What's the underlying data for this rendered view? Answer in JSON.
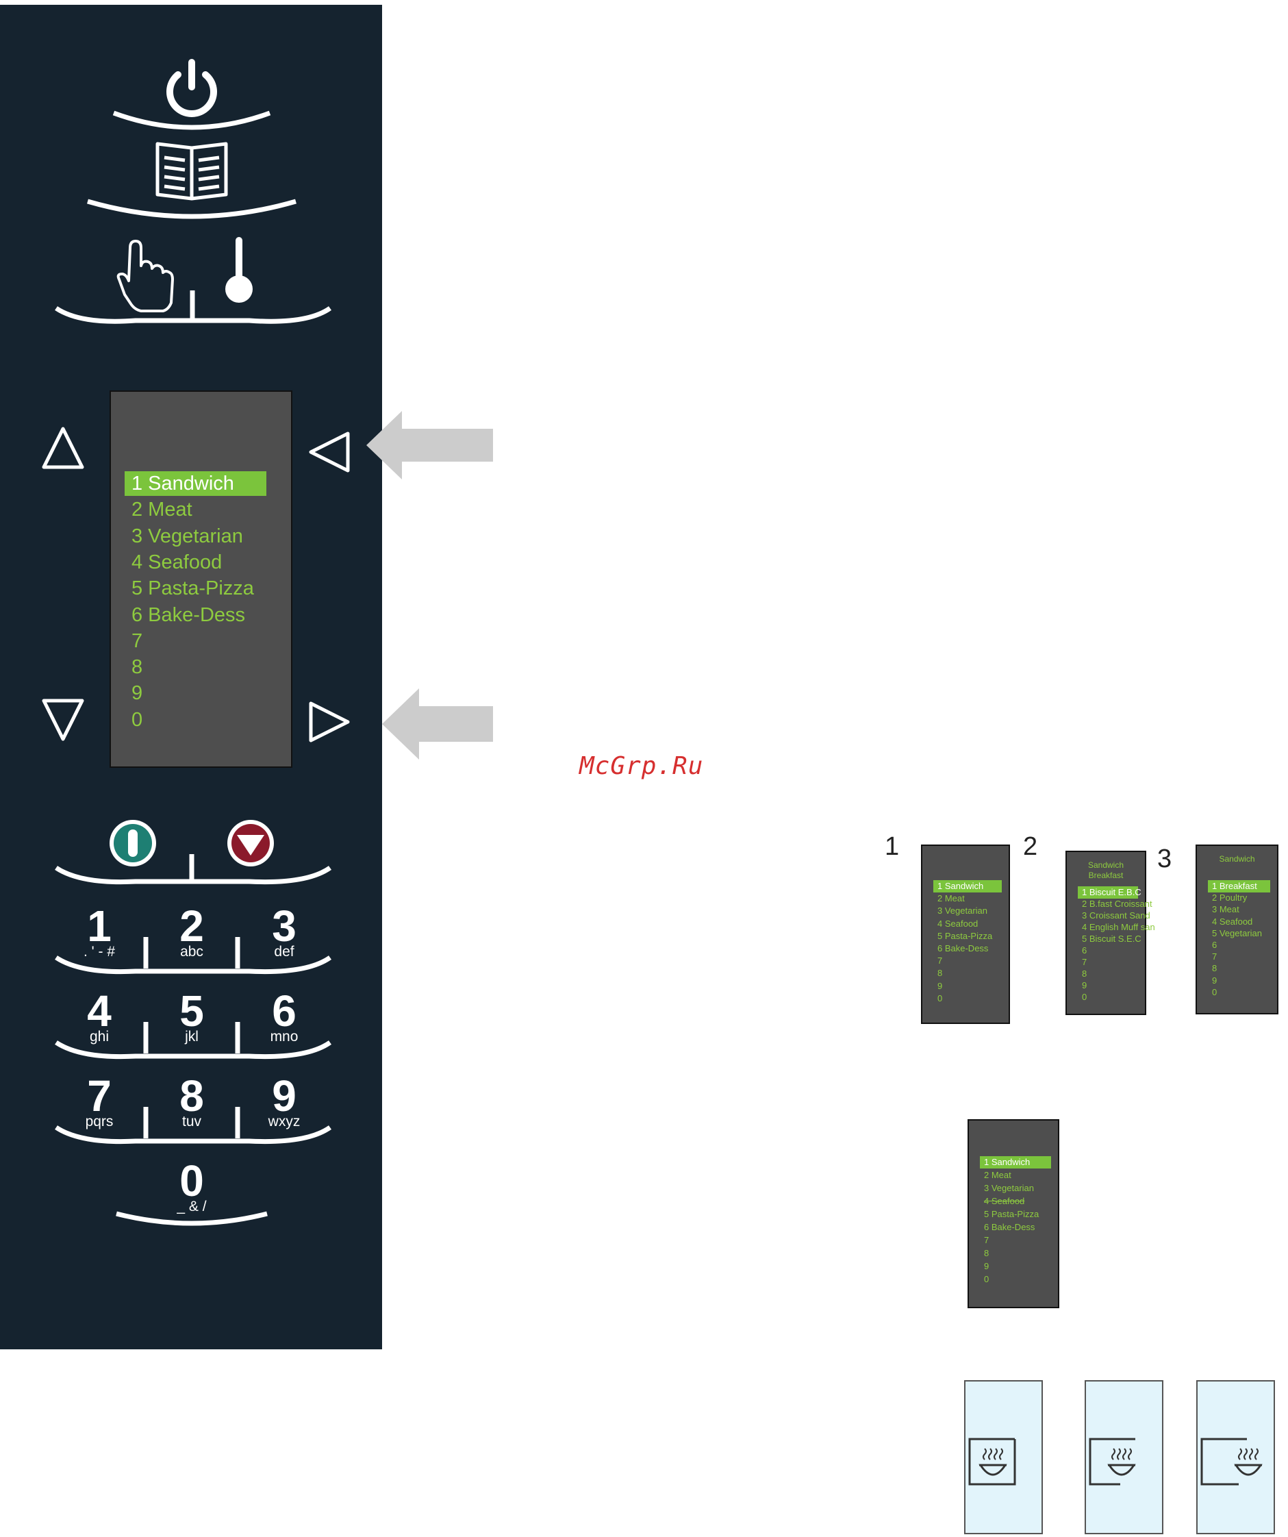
{
  "panel": {
    "icons": [
      "power-icon",
      "book-icon",
      "hand-icon",
      "thermometer-icon",
      "up-arrow-icon",
      "left-arrow-icon",
      "down-arrow-icon",
      "right-arrow-icon",
      "start-icon",
      "stop-icon"
    ],
    "colors": {
      "panel": "#15232f",
      "display": "#4e4e4e",
      "text_green": "#8ecb3f",
      "highlight": "#7bc43c",
      "start": "#1e7f73",
      "stop": "#8b1a2b"
    },
    "menu": [
      {
        "label": "1 Sandwich",
        "selected": true
      },
      {
        "label": "2 Meat"
      },
      {
        "label": "3 Vegetarian"
      },
      {
        "label": "4 Seafood"
      },
      {
        "label": "5 Pasta-Pizza"
      },
      {
        "label": "6 Bake-Dess"
      },
      {
        "label": "7"
      },
      {
        "label": "8"
      },
      {
        "label": "9"
      },
      {
        "label": "0"
      }
    ],
    "keys": [
      {
        "digit": "1",
        "letters": ". ' - #"
      },
      {
        "digit": "2",
        "letters": "abc"
      },
      {
        "digit": "3",
        "letters": "def"
      },
      {
        "digit": "4",
        "letters": "ghi"
      },
      {
        "digit": "5",
        "letters": "jkl"
      },
      {
        "digit": "6",
        "letters": "mno"
      },
      {
        "digit": "7",
        "letters": "pqrs"
      },
      {
        "digit": "8",
        "letters": "tuv"
      },
      {
        "digit": "9",
        "letters": "wxyz"
      },
      {
        "digit": "0",
        "letters": "_ & /"
      }
    ]
  },
  "watermark": "McGrp.Ru",
  "steps": {
    "step1": {
      "number": "1",
      "rows": [
        {
          "label": "1 Sandwich",
          "selected": true
        },
        {
          "label": "2 Meat"
        },
        {
          "label": "3 Vegetarian"
        },
        {
          "label": "4 Seafood"
        },
        {
          "label": "5 Pasta-Pizza"
        },
        {
          "label": "6 Bake-Dess"
        },
        {
          "label": "7"
        },
        {
          "label": "8"
        },
        {
          "label": "9"
        },
        {
          "label": "0"
        }
      ]
    },
    "step2": {
      "number": "2",
      "header": [
        "Sandwich",
        "Breakfast"
      ],
      "rows": [
        {
          "label": "1 Biscuit E.B.C",
          "selected": true
        },
        {
          "label": "2 B.fast Croissant"
        },
        {
          "label": "3 Croissant Sand"
        },
        {
          "label": "4 English Muff san"
        },
        {
          "label": "5 Biscuit S.E.C"
        },
        {
          "label": "6"
        },
        {
          "label": "7"
        },
        {
          "label": "8"
        },
        {
          "label": "9"
        },
        {
          "label": "0"
        }
      ]
    },
    "step3": {
      "number": "3",
      "header": [
        "Sandwich"
      ],
      "rows": [
        {
          "label": "1 Breakfast",
          "selected": true
        },
        {
          "label": "2 Poultry"
        },
        {
          "label": "3 Meat"
        },
        {
          "label": "4 Seafood"
        },
        {
          "label": "5 Vegetarian"
        },
        {
          "label": "6"
        },
        {
          "label": "7"
        },
        {
          "label": "8"
        },
        {
          "label": "9"
        },
        {
          "label": "0"
        }
      ]
    },
    "deleted": {
      "rows": [
        {
          "label": "1 Sandwich",
          "selected": true
        },
        {
          "label": "2 Meat"
        },
        {
          "label": "3 Vegetarian"
        },
        {
          "label": "4 Seafood",
          "struck": true
        },
        {
          "label": "5 Pasta-Pizza"
        },
        {
          "label": "6 Bake-Dess"
        },
        {
          "label": "7"
        },
        {
          "label": "8"
        },
        {
          "label": "9"
        },
        {
          "label": "0"
        }
      ]
    }
  },
  "cooking_icons": [
    "cup-steam-icon",
    "cup-steam-icon",
    "cup-steam-icon"
  ]
}
